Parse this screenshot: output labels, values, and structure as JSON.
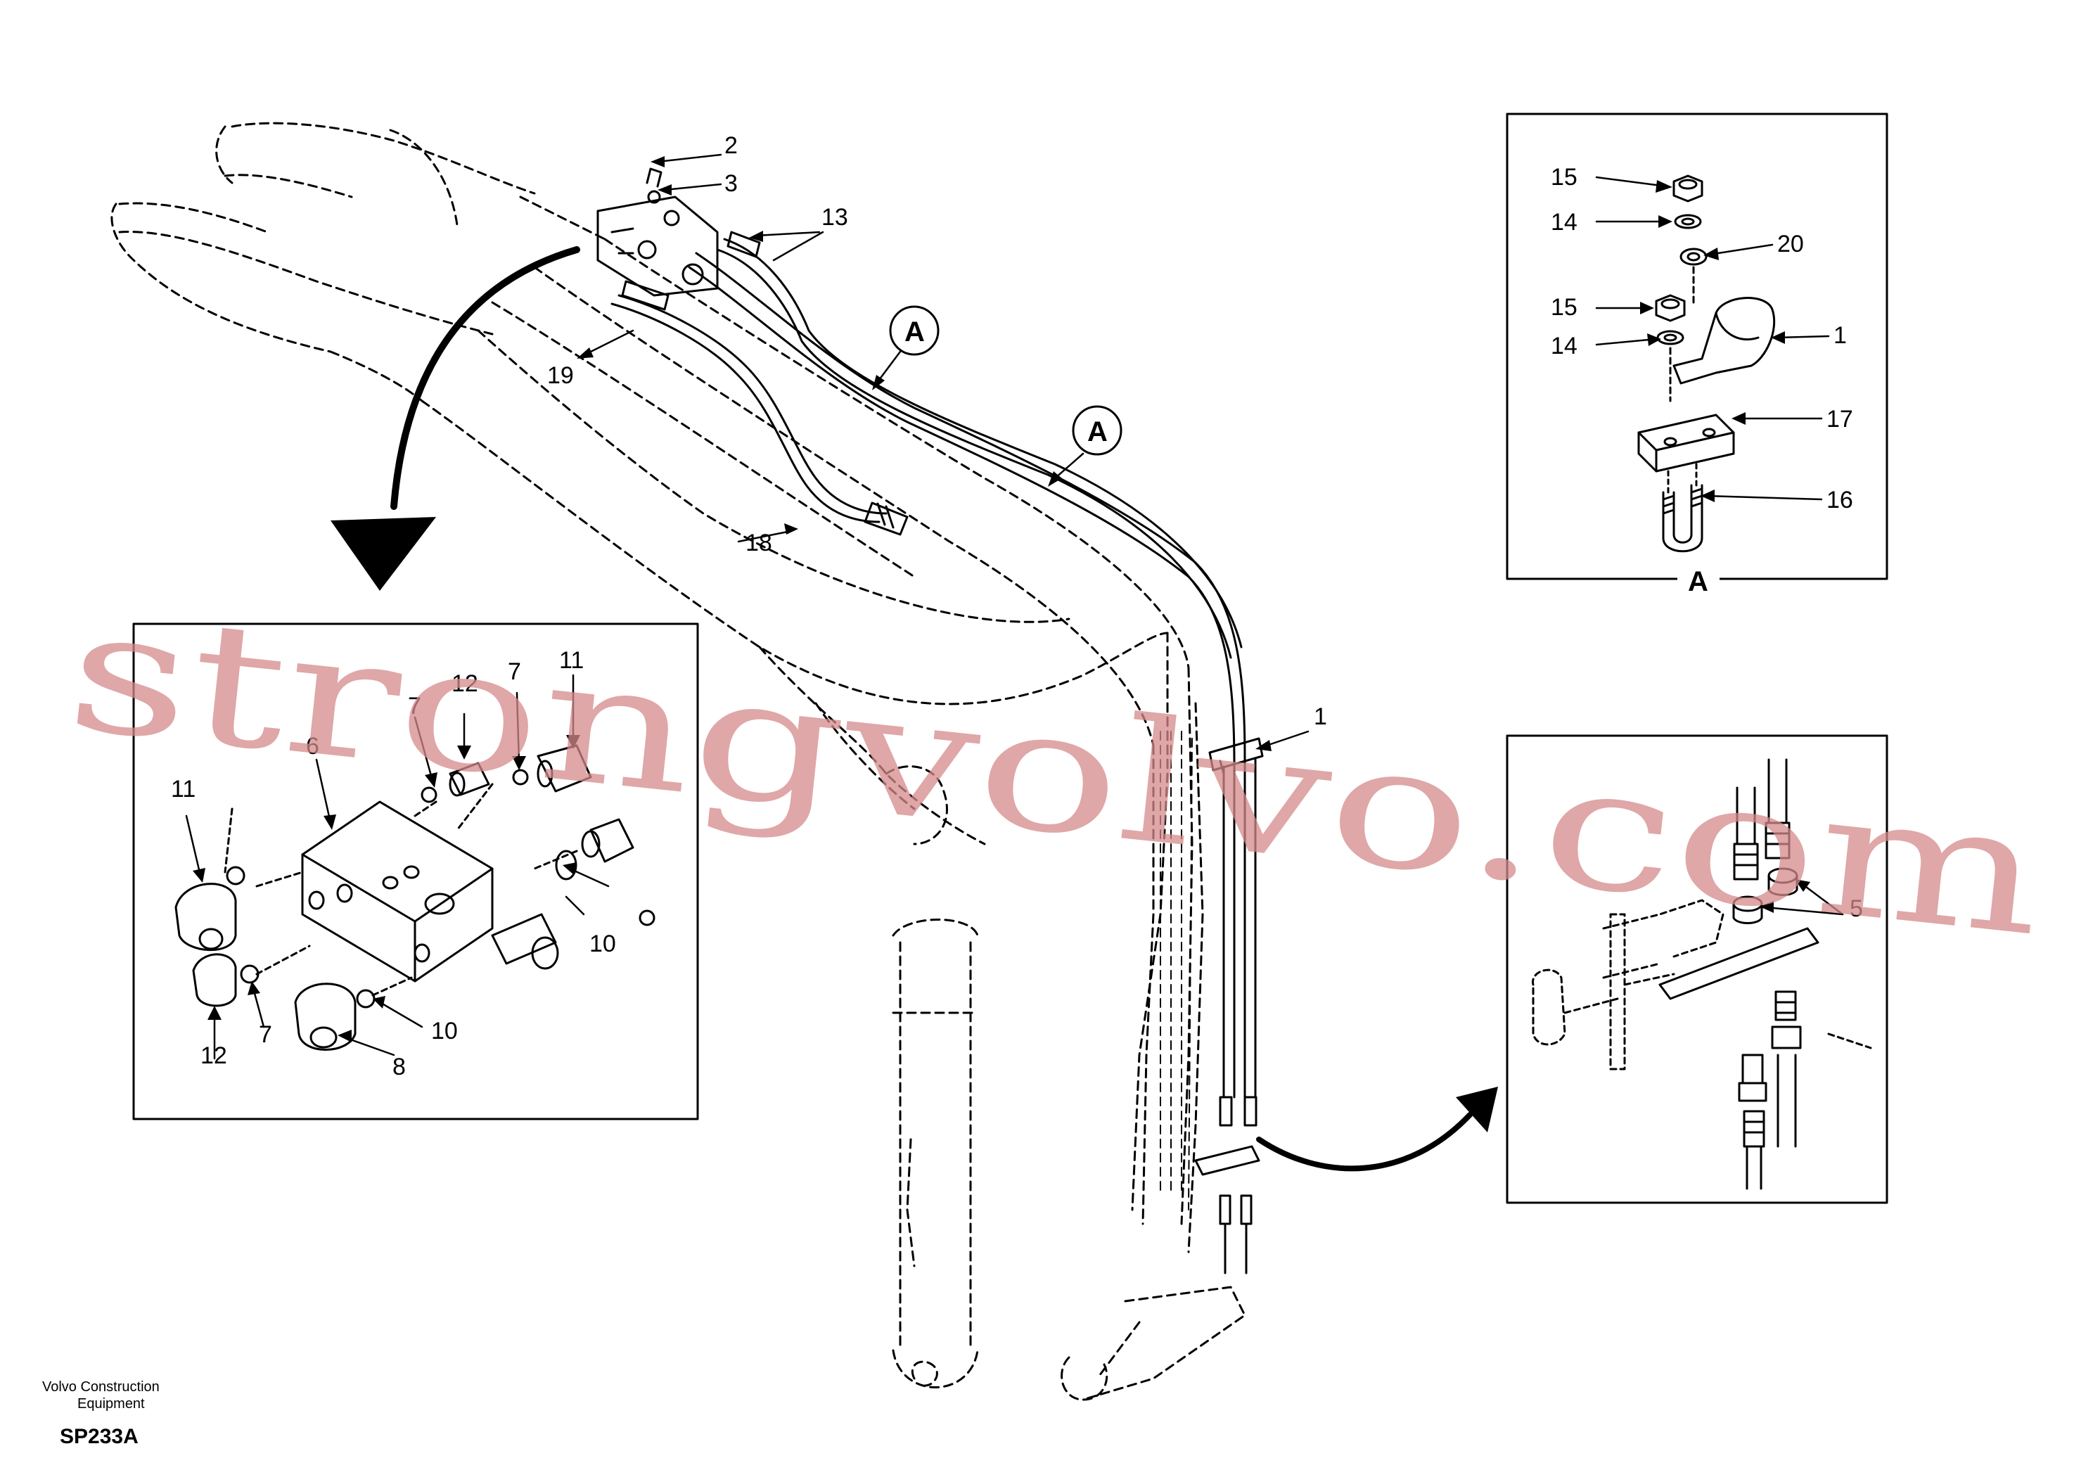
{
  "callouts": {
    "c2": "2",
    "c3": "3",
    "c13": "13",
    "c19": "19",
    "c18": "18",
    "c1": "1",
    "cA1": "A",
    "cA2": "A",
    "d6": "6",
    "d7a": "7",
    "d12a": "12",
    "d7b": "7",
    "d11a": "11",
    "d11b": "11",
    "d10a": "10",
    "d12b": "12",
    "d7c": "7",
    "d10b": "10",
    "d8": "8",
    "a15a": "15",
    "a14a": "14",
    "a20": "20",
    "a15b": "15",
    "a14b": "14",
    "a1": "1",
    "a17": "17",
    "a16": "16",
    "aLabel": "A",
    "b5": "5"
  },
  "footer": {
    "line1": "Volvo Construction",
    "line2": "Equipment",
    "code": "SP233A"
  },
  "watermark": "strongvolvo.com"
}
